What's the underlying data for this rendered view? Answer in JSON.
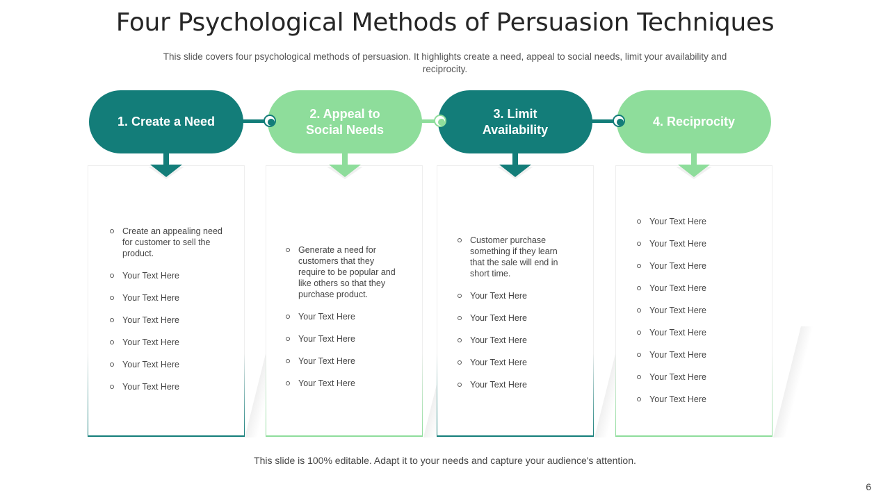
{
  "title": "Four Psychological Methods of Persuasion Techniques",
  "subtitle": "This slide covers four psychological methods of persuasion. It highlights create a need, appeal to social needs, limit your availability and reciprocity.",
  "colors": {
    "dark": "#137d79",
    "light": "#8edd9b"
  },
  "steps": [
    {
      "label": "1. Create a Need",
      "items": [
        "Create an appealing need for customer to sell the product.",
        "Your Text Here",
        "Your Text Here",
        "Your Text Here",
        "Your Text Here",
        "Your Text Here",
        "Your Text Here"
      ]
    },
    {
      "label": "2. Appeal to Social Needs",
      "items": [
        "Generate a need for customers that they require to be popular and like others so that they purchase product.",
        "Your Text Here",
        "Your Text Here",
        "Your Text Here",
        "Your Text Here"
      ]
    },
    {
      "label": "3. Limit Availability",
      "items": [
        "Customer purchase something if they learn that the sale will end in short time.",
        "Your Text Here",
        "Your Text Here",
        "Your Text Here",
        "Your Text Here",
        "Your Text Here"
      ]
    },
    {
      "label": "4. Reciprocity",
      "items": [
        "Your Text Here",
        "Your Text Here",
        "Your Text Here",
        "Your Text Here",
        "Your Text Here",
        "Your Text Here",
        "Your Text Here",
        "Your Text Here",
        "Your Text Here"
      ]
    }
  ],
  "footer": "This slide is 100% editable. Adapt it to your needs and capture your audience's attention.",
  "page_number": "6"
}
